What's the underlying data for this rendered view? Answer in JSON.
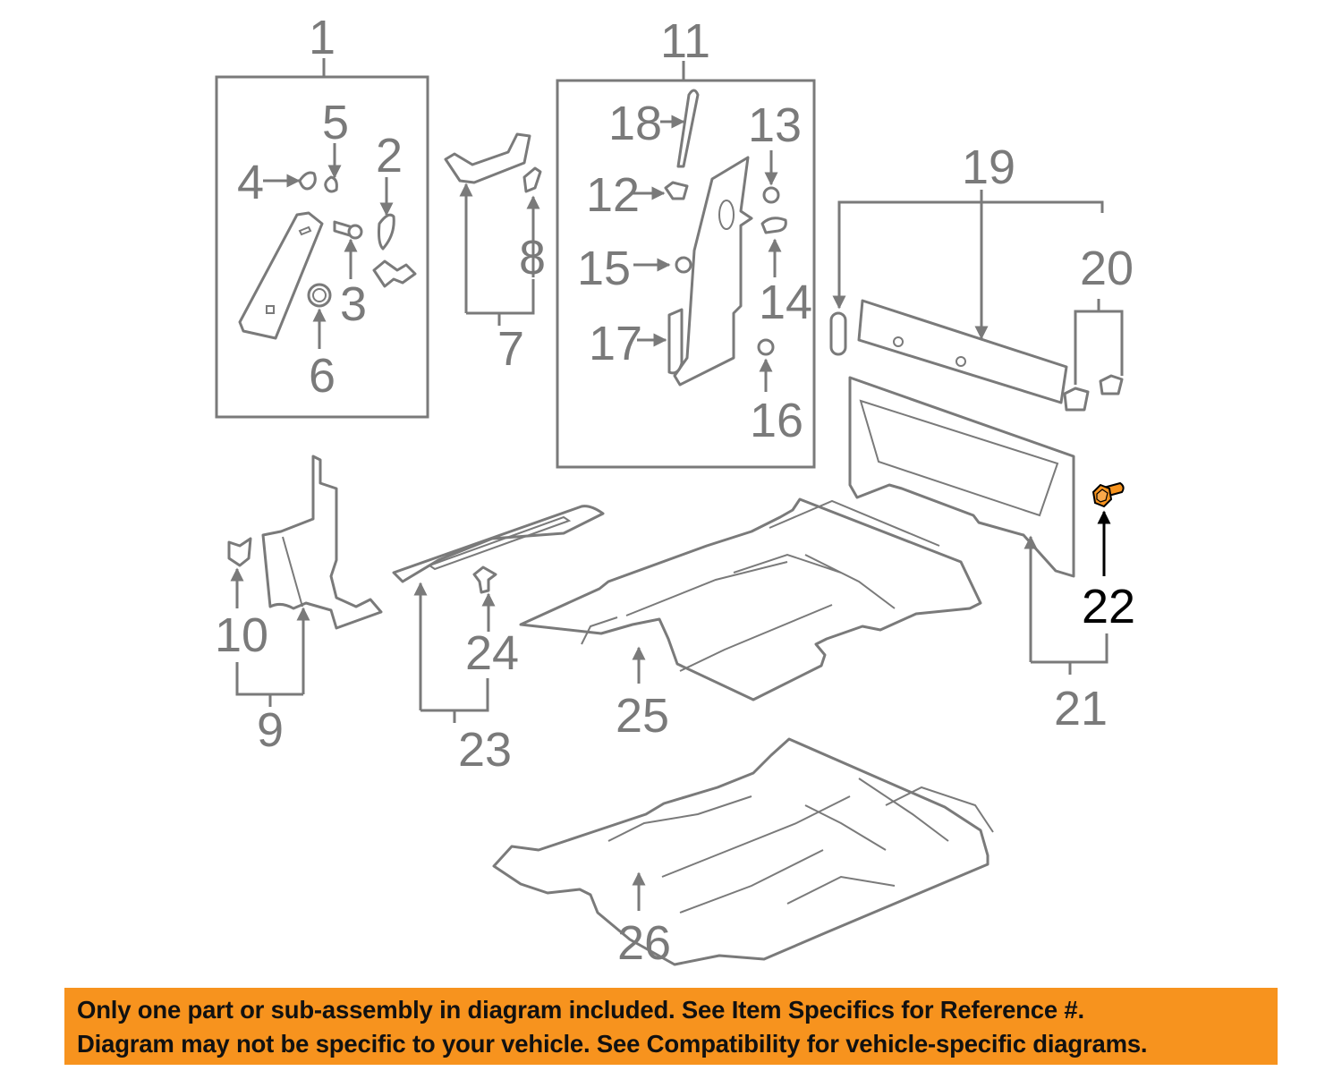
{
  "diagram": {
    "title": "Interior trim / floor pan exploded parts diagram",
    "highlight_color": "#f7931e",
    "line_color": "#7a7a7a",
    "callouts": [
      {
        "id": "1",
        "label": "1"
      },
      {
        "id": "2",
        "label": "2"
      },
      {
        "id": "3",
        "label": "3"
      },
      {
        "id": "4",
        "label": "4"
      },
      {
        "id": "5",
        "label": "5"
      },
      {
        "id": "6",
        "label": "6"
      },
      {
        "id": "7",
        "label": "7"
      },
      {
        "id": "8",
        "label": "8"
      },
      {
        "id": "9",
        "label": "9"
      },
      {
        "id": "10",
        "label": "10"
      },
      {
        "id": "11",
        "label": "11"
      },
      {
        "id": "12",
        "label": "12"
      },
      {
        "id": "13",
        "label": "13"
      },
      {
        "id": "14",
        "label": "14"
      },
      {
        "id": "15",
        "label": "15"
      },
      {
        "id": "16",
        "label": "16"
      },
      {
        "id": "17",
        "label": "17"
      },
      {
        "id": "18",
        "label": "18"
      },
      {
        "id": "19",
        "label": "19"
      },
      {
        "id": "20",
        "label": "20"
      },
      {
        "id": "21",
        "label": "21"
      },
      {
        "id": "22",
        "label": "22",
        "highlighted": true
      },
      {
        "id": "23",
        "label": "23"
      },
      {
        "id": "24",
        "label": "24"
      },
      {
        "id": "25",
        "label": "25"
      },
      {
        "id": "26",
        "label": "26"
      }
    ],
    "highlighted_part": "22"
  },
  "banner": {
    "line1": "Only one part or sub-assembly in diagram included. See Item Specifics for Reference #.",
    "line2": "Diagram may not be specific to your vehicle. See Compatibility for vehicle-specific diagrams."
  }
}
